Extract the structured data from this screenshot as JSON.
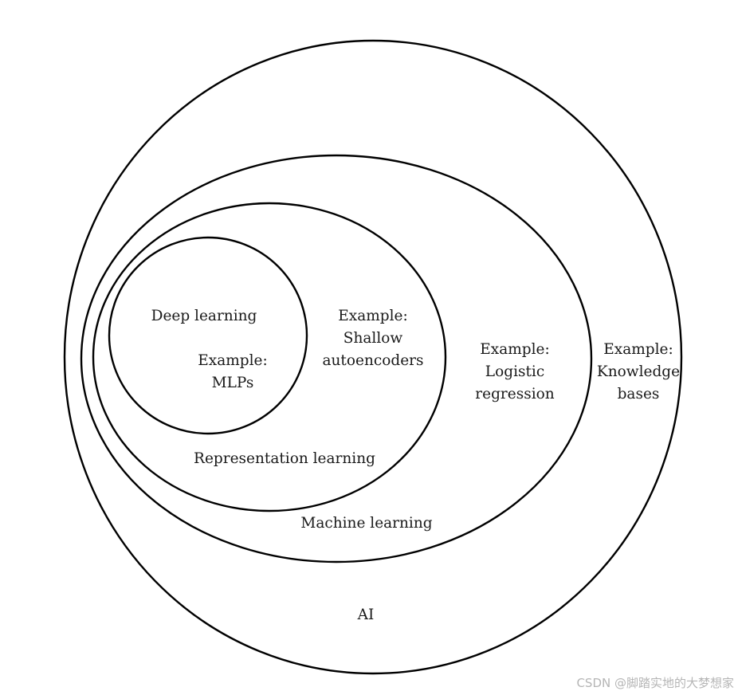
{
  "regions": {
    "ai": {
      "title": "AI",
      "example": [
        "Example:",
        "Knowledge",
        "bases"
      ]
    },
    "machine_learning": {
      "title": "Machine learning",
      "example": [
        "Example:",
        "Logistic",
        "regression"
      ]
    },
    "representation_learning": {
      "title": "Representation learning",
      "example": [
        "Example:",
        "Shallow",
        "autoencoders"
      ]
    },
    "deep_learning": {
      "title": "Deep learning",
      "example": [
        "Example:",
        "MLPs"
      ]
    }
  },
  "watermark": "CSDN @脚踏实地的大梦想家"
}
